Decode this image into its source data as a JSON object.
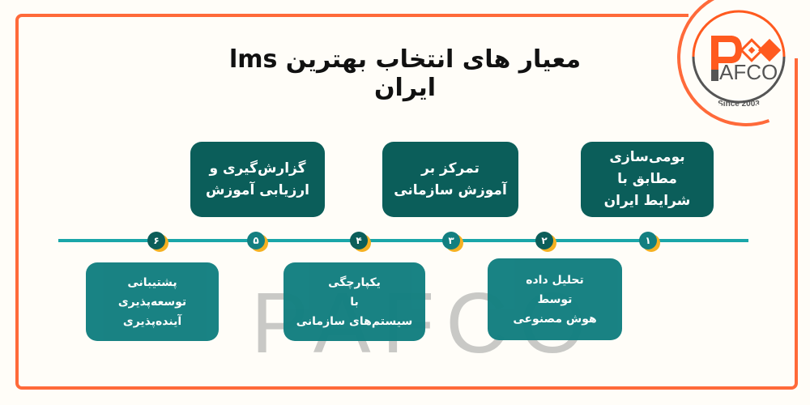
{
  "title": "معیار های انتخاب بهترین lms ایران",
  "logo": {
    "letter_p": "P",
    "text": "AFCO",
    "since": "Since 2003",
    "primary_color": "#ff5a1f",
    "secondary_color": "#555555"
  },
  "watermark": "PAFCO",
  "colors": {
    "frame": "#ff6a3a",
    "top_box": "#0b5e5a",
    "bottom_box": "#127f80",
    "timeline": "#1aa6a9",
    "marker_accent": "#f5b122"
  },
  "markers": [
    {
      "num": "۱",
      "shade": "light"
    },
    {
      "num": "۲",
      "shade": "dark"
    },
    {
      "num": "۳",
      "shade": "light"
    },
    {
      "num": "۴",
      "shade": "dark"
    },
    {
      "num": "۵",
      "shade": "light"
    },
    {
      "num": "۶",
      "shade": "dark"
    }
  ],
  "criteria": {
    "c1": {
      "lines": [
        "بومی‌سازی",
        "مطابق با",
        "شرایط ایران"
      ]
    },
    "c2": {
      "lines": [
        "تحلیل داده",
        "توسط",
        "هوش مصنوعی"
      ]
    },
    "c3": {
      "lines": [
        "تمرکز بر",
        "آموزش سازمانی"
      ]
    },
    "c4": {
      "lines": [
        "یکپارچگی",
        "با",
        "سیستم‌های سازمانی"
      ]
    },
    "c5": {
      "lines": [
        "گزارش‌گیری و",
        "ارزیابی آموزش"
      ]
    },
    "c6": {
      "lines": [
        "پشتیبانی",
        "توسعه‌پذیری",
        "آینده‌پذیری"
      ]
    }
  }
}
